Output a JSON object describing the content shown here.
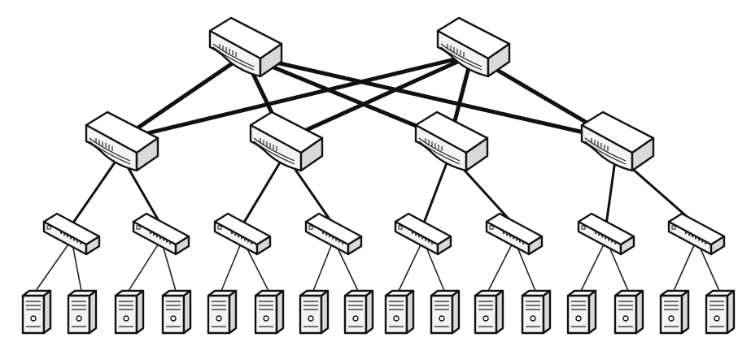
{
  "diagram": {
    "type": "network-topology",
    "tiers": [
      {
        "id": "core",
        "device": "router",
        "count": 2
      },
      {
        "id": "aggregation",
        "device": "router",
        "count": 4
      },
      {
        "id": "edge",
        "device": "switch",
        "count": 8
      },
      {
        "id": "hosts",
        "device": "server",
        "count": 16
      }
    ],
    "topology": {
      "core_to_aggregation": "full-mesh",
      "aggregation_to_edge": 2,
      "edge_to_hosts": 2
    },
    "colors": {
      "line": "#111111",
      "device_fill": "#ffffff",
      "device_shade": "#d9d9d9"
    }
  }
}
